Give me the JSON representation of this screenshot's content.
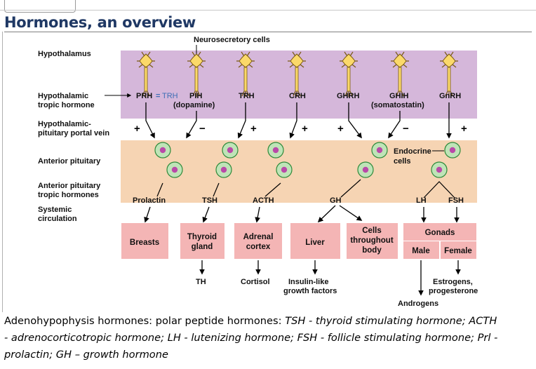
{
  "title": "Hormones, an overview",
  "diagram": {
    "neurosecretory_label": "Neurosecretory cells",
    "row_labels": {
      "hypothalamus": "Hypothalamus",
      "tropic_1": "Hypothalamic",
      "tropic_2": "tropic hormone",
      "portal_1": "Hypothalamic-",
      "portal_2": "pituitary portal vein",
      "anterior": "Anterior pituitary",
      "ant_tropic_1": "Anterior pituitary",
      "ant_tropic_2": "tropic hormones",
      "systemic_1": "Systemic",
      "systemic_2": "circulation"
    },
    "hypothalamic_hormones": {
      "prh": "PRH",
      "equals": "=",
      "trh_alt": "TRH",
      "pih": "PIH",
      "pih_sub": "(dopamine)",
      "trh": "TRH",
      "crh": "CRH",
      "ghrh": "GHRH",
      "ghih": "GHIH",
      "ghih_sub": "(somatostatin)",
      "gnrh": "GnRH"
    },
    "signs": {
      "plus": "+",
      "minus": "−"
    },
    "endocrine_1": "Endocrine",
    "endocrine_2": "cells",
    "pituitary_hormones": {
      "prolactin": "Prolactin",
      "tsh": "TSH",
      "acth": "ACTH",
      "gh": "GH",
      "lh": "LH",
      "fsh": "FSH"
    },
    "targets": {
      "breasts": "Breasts",
      "thyroid_1": "Thyroid",
      "thyroid_2": "gland",
      "adrenal_1": "Adrenal",
      "adrenal_2": "cortex",
      "liver": "Liver",
      "cells_1": "Cells",
      "cells_2": "throughout",
      "cells_3": "body",
      "gonads": "Gonads",
      "male": "Male",
      "female": "Female"
    },
    "products": {
      "th": "TH",
      "cortisol": "Cortisol",
      "igf_1": "Insulin-like",
      "igf_2": "growth factors",
      "estrogens_1": "Estrogens,",
      "estrogens_2": "progesterone",
      "androgens": "Androgens"
    }
  },
  "caption": {
    "line1_prefix": "Adenohypophysis hormones: polar peptide hormones: ",
    "line1_italic": "TSH - thyroid stimulating hormone; ACTH",
    "line2_italic": "-  adrenocorticotropic hormone; LH - lutenizing hormone; FSH - follicle stimulating hormone; Prl -",
    "line3_italic": "prolactin; GH – growth hormone"
  },
  "colors": {
    "title": "#1f3864",
    "hypothalamus_band": "#d5b7da",
    "pituitary_band": "#f6d4b3",
    "target_box": "#f4b5b5",
    "neuron_fill": "#fbd96a",
    "cell_fill": "#bfe4b7",
    "cell_nucleus": "#b94aa8",
    "trh_blue": "#3f6fb5"
  }
}
